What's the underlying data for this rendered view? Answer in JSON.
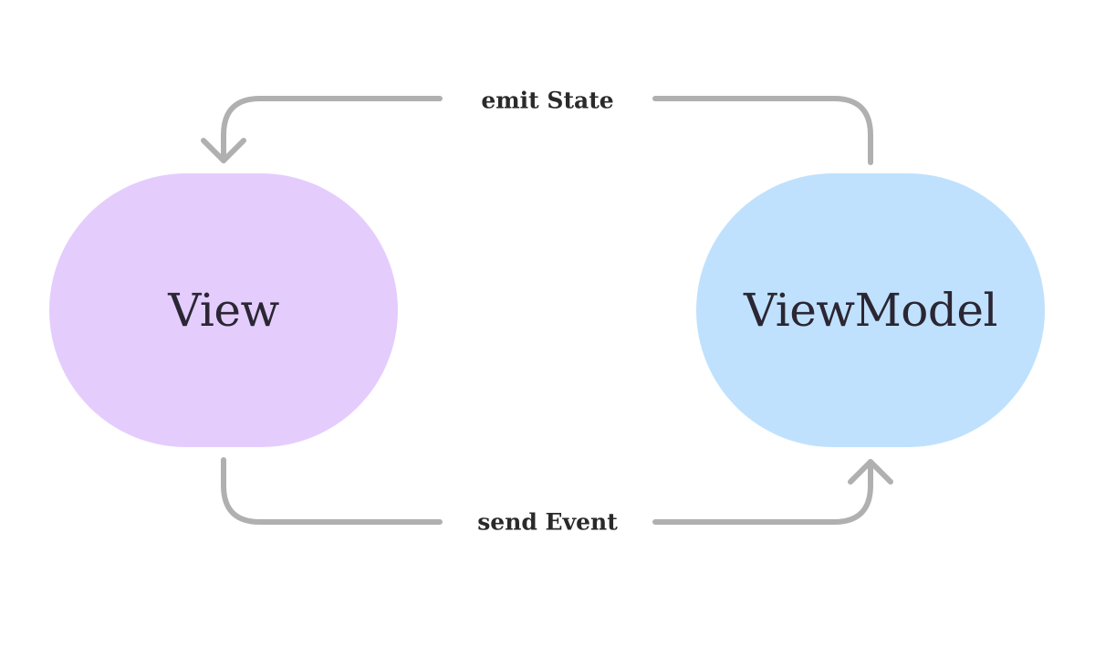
{
  "nodes": {
    "view": {
      "label": "View",
      "color": "#e4cdfd"
    },
    "viewmodel": {
      "label": "ViewModel",
      "color": "#bfe1fd"
    }
  },
  "edges": {
    "emit": {
      "label": "emit State",
      "from": "ViewModel",
      "to": "View"
    },
    "send": {
      "label": "send Event",
      "from": "View",
      "to": "ViewModel"
    }
  },
  "arrow_color": "#b0b0b0"
}
